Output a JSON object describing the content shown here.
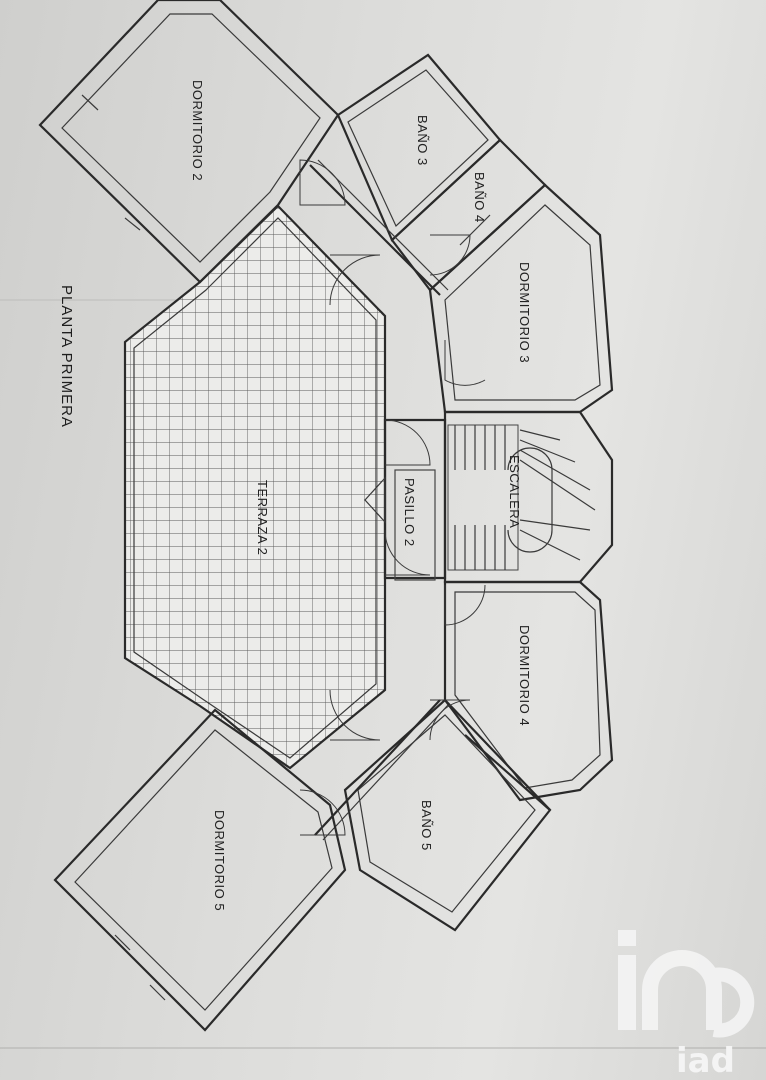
{
  "plan": {
    "title": "PLANTA PRIMERA",
    "rooms": {
      "dormitorio2": "DORMITORIO 2",
      "bano3": "BAÑO 3",
      "bano4": "BAÑO 4",
      "dormitorio3": "DORMITORIO 3",
      "escalera": "ESCALERA",
      "pasillo2": "PASILLO 2",
      "terraza2": "TERRAZA 2",
      "dormitorio4": "DORMITORIO 4",
      "bano5": "BAÑO 5",
      "dormitorio5": "DORMITORIO 5"
    }
  },
  "watermark": {
    "brand": "iad"
  },
  "colors": {
    "paper": "#dcdcda",
    "ink": "#2a2a2a",
    "watermark": "#f4f4f4"
  }
}
